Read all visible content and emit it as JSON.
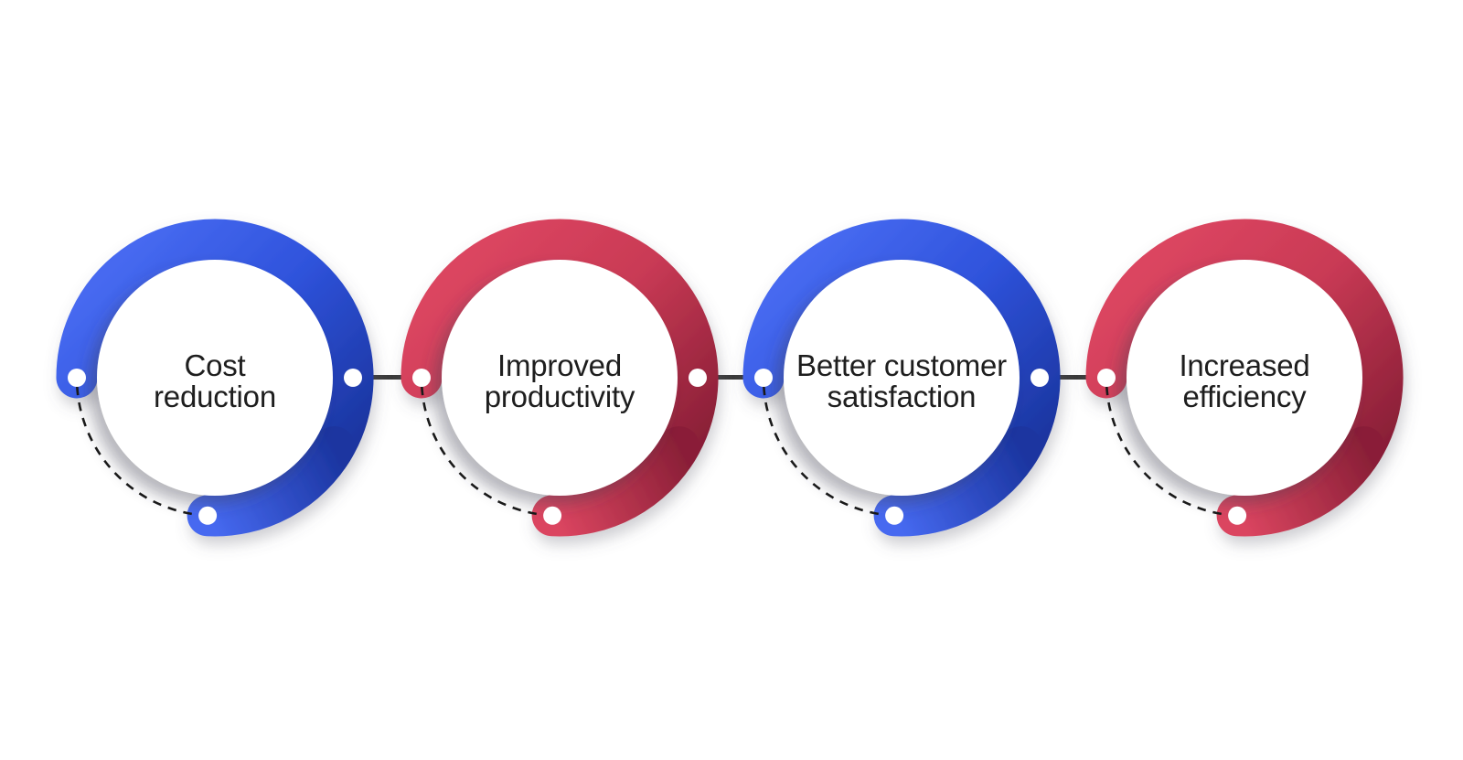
{
  "theme": {
    "bg": "#FFFFFF",
    "ink": "#1E1E1E",
    "line": "#3A3A3A",
    "dash": "#191919",
    "dot": "#FFFFFF",
    "blue-1": "#4669F0",
    "blue-2": "#2F53DC",
    "blue-3": "#1B35A0",
    "red-1": "#DB4560",
    "red-2": "#C93A55",
    "red-3": "#8A1F37"
  },
  "diagram": {
    "type": "process-ring-chain",
    "items": [
      {
        "label": "Cost reduction",
        "line1": "Cost",
        "line2": "reduction",
        "color": "blue"
      },
      {
        "label": "Improved productivity",
        "line1": "Improved",
        "line2": "productivity",
        "color": "red"
      },
      {
        "label": "Better customer satisfaction",
        "line1": "Better customer",
        "line2": "satisfaction",
        "color": "blue"
      },
      {
        "label": "Increased efficiency",
        "line1": "Increased",
        "line2": "efficiency",
        "color": "red"
      }
    ],
    "connectors": [
      {
        "from": "Cost reduction",
        "to": "Improved productivity"
      },
      {
        "from": "Improved productivity",
        "to": "Better customer satisfaction"
      },
      {
        "from": "Better customer satisfaction",
        "to": "Increased efficiency"
      }
    ]
  }
}
